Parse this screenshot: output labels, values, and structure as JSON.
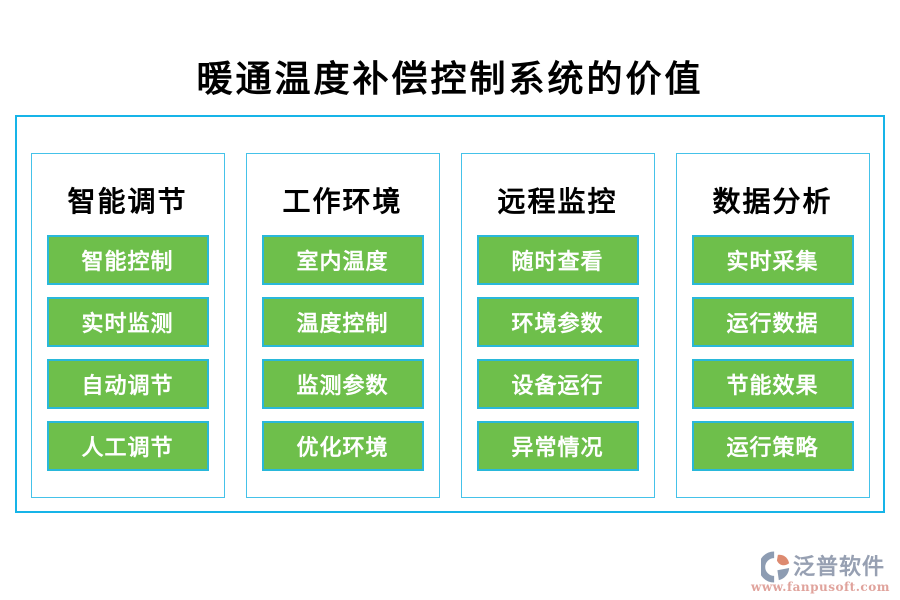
{
  "title": "暖通温度补偿控制系统的价值",
  "columns": [
    {
      "header": "智能调节",
      "items": [
        "智能控制",
        "实时监测",
        "自动调节",
        "人工调节"
      ]
    },
    {
      "header": "工作环境",
      "items": [
        "室内温度",
        "温度控制",
        "监测参数",
        "优化环境"
      ]
    },
    {
      "header": "远程监控",
      "items": [
        "随时查看",
        "环境参数",
        "设备运行",
        "异常情况"
      ]
    },
    {
      "header": "数据分析",
      "items": [
        "实时采集",
        "运行数据",
        "节能效果",
        "运行策略"
      ]
    }
  ],
  "watermark": {
    "brand": "泛普软件",
    "url": "www.fanpusoft.com",
    "logo_icon": "fanpu-logo"
  },
  "colors": {
    "item_green": "#6ebf4b",
    "item_border_cyan": "#29b8da",
    "panel_border_cyan": "#16b4e8",
    "column_border_cyan": "#45c2e9",
    "title_black": "#000000",
    "item_text_white": "#ffffff",
    "brand_gray_blue": "#97a0b2",
    "url_salmon": "#e0a39c",
    "logo_blue_gray": "#8d9cb2",
    "logo_salmon": "#dd8a70"
  }
}
